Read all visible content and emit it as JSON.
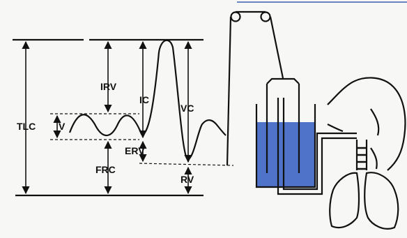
{
  "diagram": {
    "labels": {
      "tlc": "TLC",
      "irv": "IRV",
      "ic": "IC",
      "vc": "VC",
      "vt": "V",
      "erv": "ERV",
      "frc": "FRC",
      "rv": "RV"
    },
    "colors": {
      "water": "#4f73c9",
      "line": "#111111",
      "background": "#f7f7f5"
    }
  }
}
